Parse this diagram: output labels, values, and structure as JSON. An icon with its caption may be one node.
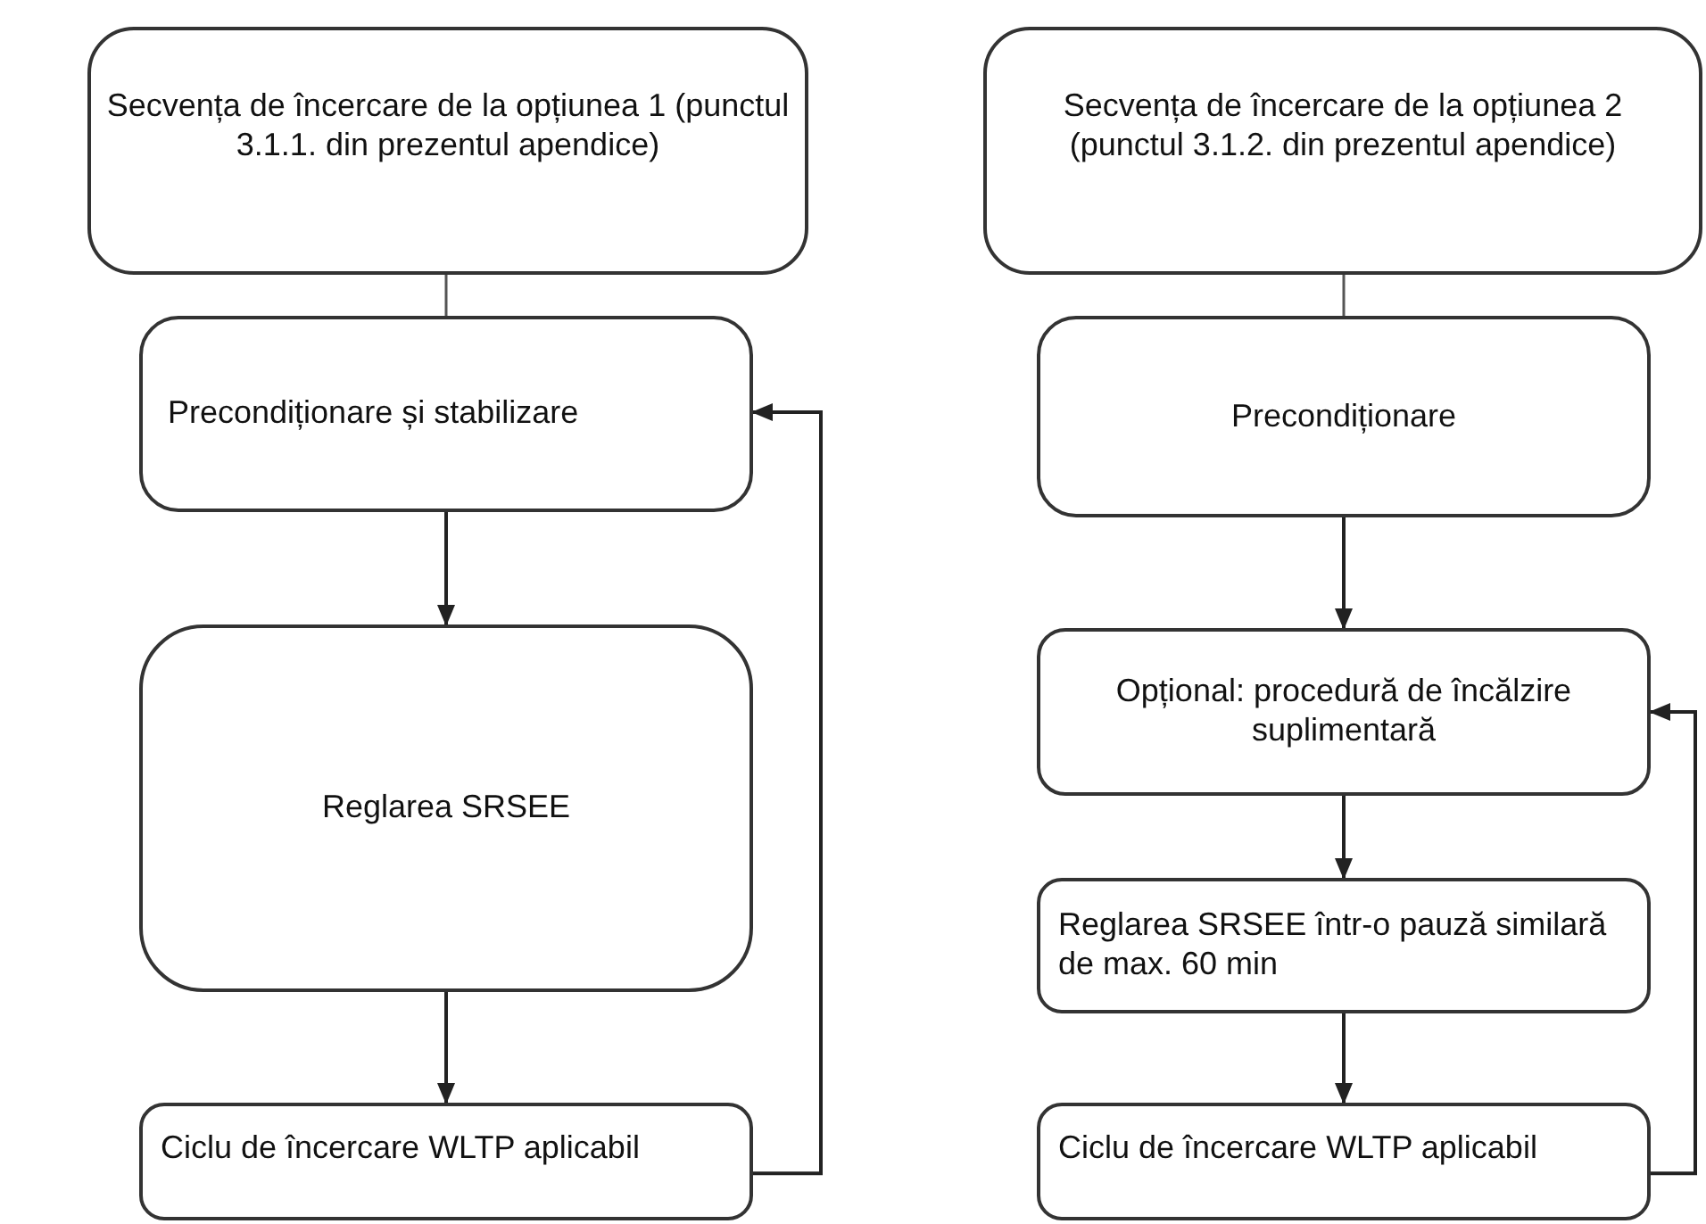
{
  "diagram": {
    "nodes": [
      {
        "text": [
          "Secvența de încercare de la opțiunea 1 (punctul 3.1.1. din prezentul apendice)"
        ]
      },
      {
        "text": [
          "Precondiționare și stabilizare"
        ]
      },
      {
        "text": [
          "Reglarea SRSEE"
        ]
      },
      {
        "text": [
          "Ciclu de încercare WLTP aplicabil"
        ]
      },
      {
        "text": [
          "Secvența de încercare de la opțiunea 2 (punctul 3.1.2. din prezentul apendice)"
        ]
      },
      {
        "text": [
          "Precondiționare"
        ]
      },
      {
        "text": [
          "Opțional: procedură de încălzire suplimentară"
        ]
      },
      {
        "text": [
          "Reglarea SRSEE într-o pauză similară de max. 60 min"
        ]
      },
      {
        "text": [
          "Ciclu de încercare WLTP aplicabil"
        ]
      }
    ],
    "edges": [
      {
        "from": 0,
        "to": 1,
        "arrow": "none"
      },
      {
        "from": 1,
        "to": 2,
        "arrow": "to"
      },
      {
        "from": 2,
        "to": 3,
        "arrow": "to"
      },
      {
        "from": 3,
        "to": 1,
        "arrow": "to"
      },
      {
        "from": 4,
        "to": 5,
        "arrow": "none"
      },
      {
        "from": 5,
        "to": 6,
        "arrow": "to"
      },
      {
        "from": 6,
        "to": 7,
        "arrow": "to"
      },
      {
        "from": 7,
        "to": 8,
        "arrow": "to"
      },
      {
        "from": 8,
        "to": 6,
        "arrow": "to"
      }
    ]
  }
}
